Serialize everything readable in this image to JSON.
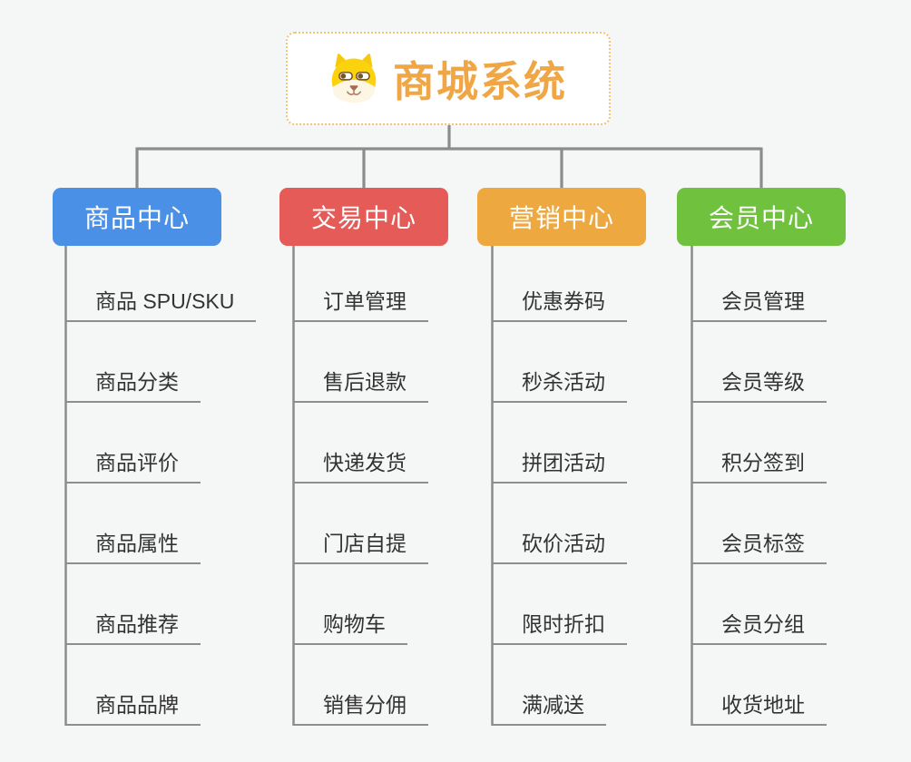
{
  "page": {
    "background": "#F5F6F6"
  },
  "lines": {
    "color": "#8C8C8C",
    "underline_color": "#8E8E8E"
  },
  "root": {
    "title": "商城系统",
    "title_color": "#F0A644",
    "border_color": "#F3C178",
    "icon": "dog-face-icon"
  },
  "branches": [
    {
      "label": "商品中心",
      "color": "#4A90E6",
      "items": [
        "商品 SPU/SKU",
        "商品分类",
        "商品评价",
        "商品属性",
        "商品推荐",
        "商品品牌"
      ]
    },
    {
      "label": "交易中心",
      "color": "#E45B58",
      "items": [
        "订单管理",
        "售后退款",
        "快递发货",
        "门店自提",
        "购物车",
        "销售分佣"
      ]
    },
    {
      "label": "营销中心",
      "color": "#EDA83F",
      "items": [
        "优惠券码",
        "秒杀活动",
        "拼团活动",
        "砍价活动",
        "限时折扣",
        "满减送"
      ]
    },
    {
      "label": "会员中心",
      "color": "#6FC13E",
      "items": [
        "会员管理",
        "会员等级",
        "积分签到",
        "会员标签",
        "会员分组",
        "收货地址"
      ]
    }
  ]
}
